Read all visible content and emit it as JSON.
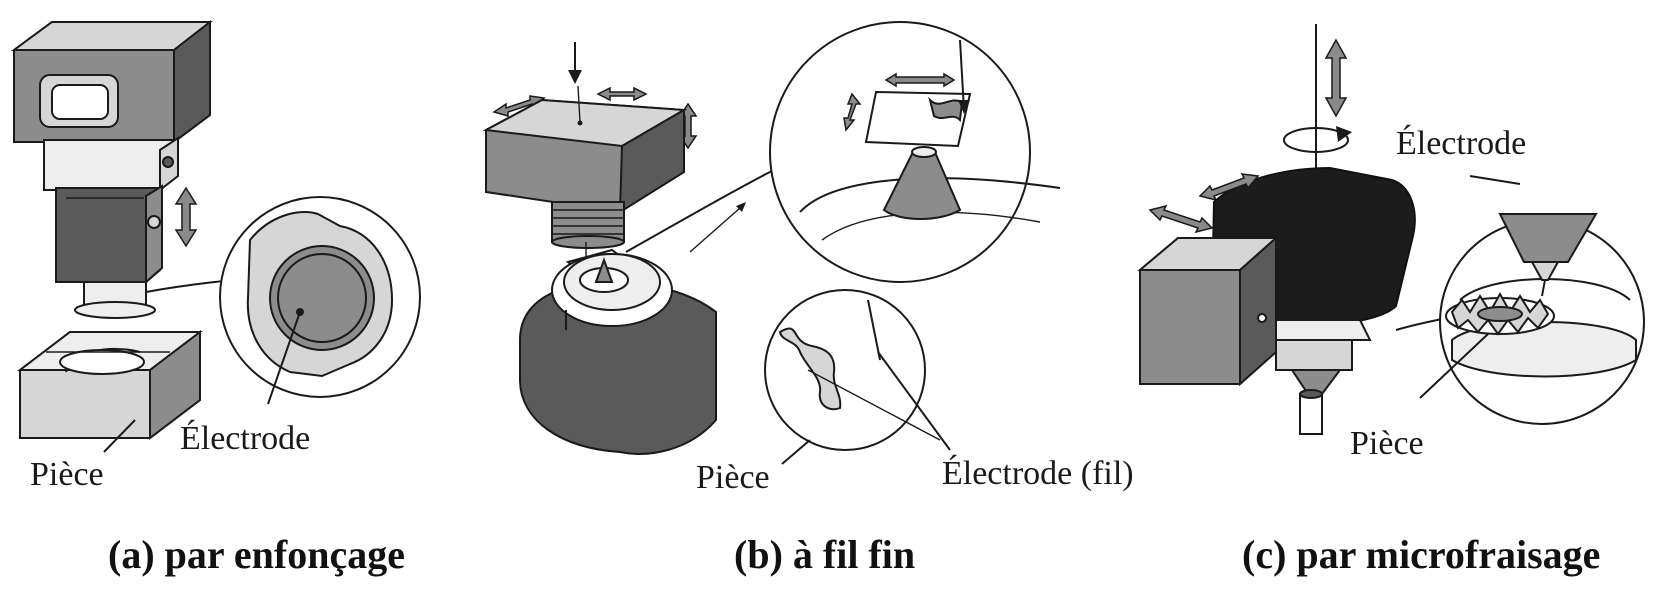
{
  "panels": {
    "a": {
      "caption": "(a) par enfonçage",
      "label_workpiece": "Pièce",
      "label_electrode": "Électrode"
    },
    "b": {
      "caption": "(b) à fil fin",
      "label_workpiece": "Pièce",
      "label_electrode": "Électrode (fil)"
    },
    "c": {
      "caption": "(c) par microfraisage",
      "label_workpiece": "Pièce",
      "label_electrode": "Électrode"
    }
  }
}
